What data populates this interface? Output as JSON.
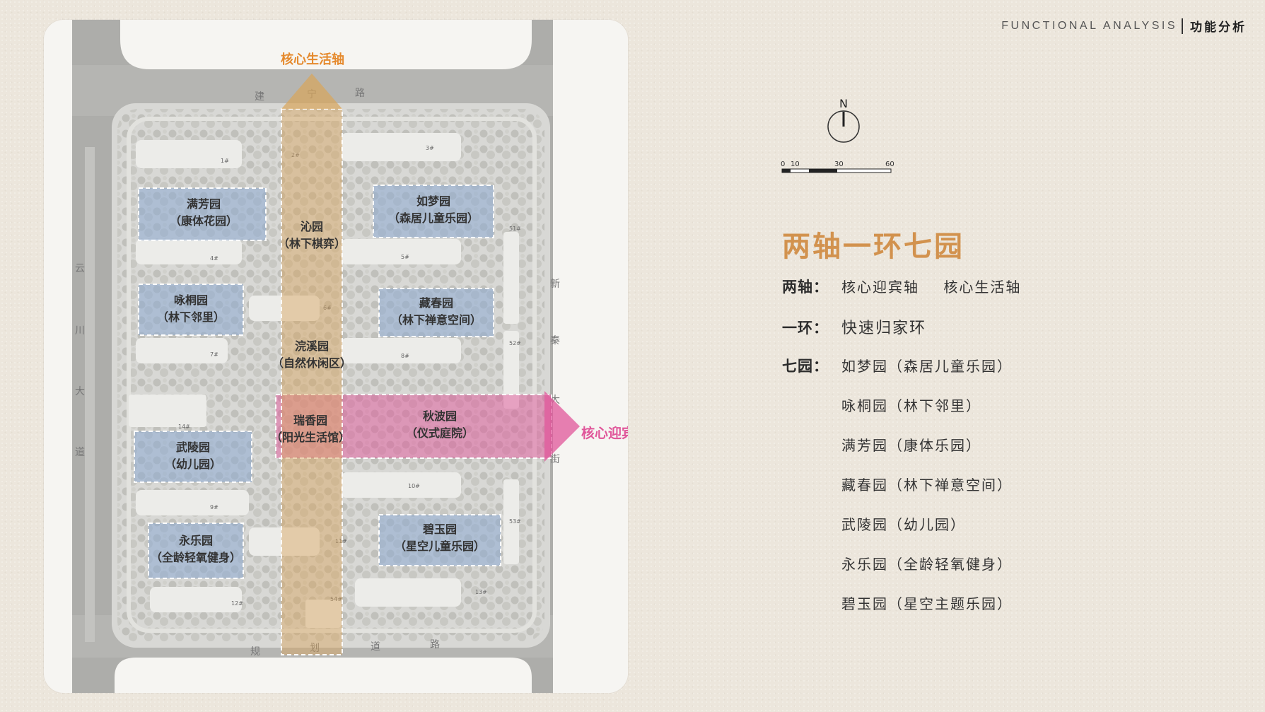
{
  "header": {
    "en": "FUNCTIONAL ANALYSIS",
    "cn": "功能分析"
  },
  "compass": {
    "north": "N"
  },
  "scale": {
    "ticks": [
      "0",
      "10",
      "30",
      "60"
    ]
  },
  "title": "两轴一环七园",
  "axes": {
    "label": "两轴：",
    "items": [
      "核心迎宾轴",
      "核心生活轴"
    ]
  },
  "ring": {
    "label": "一环：",
    "value": "快速归家环"
  },
  "gardens": {
    "label": "七园：",
    "items": [
      "如梦园（森居儿童乐园）",
      "咏桐园（林下邻里）",
      "满芳园（康体乐园）",
      "藏春园（林下禅意空间）",
      "武陵园（幼儿园）",
      "永乐园（全龄轻氧健身）",
      "碧玉园（星空主题乐园）"
    ]
  },
  "plan": {
    "axis_life": "核心生活轴",
    "axis_welcome": "核心迎宾轴",
    "roads": {
      "north": [
        "建",
        "宁",
        "路"
      ],
      "south": [
        "规",
        "划",
        "道",
        "路"
      ],
      "west": [
        "云",
        "川",
        "大",
        "道"
      ],
      "east": [
        "新",
        "秦",
        "大",
        "街"
      ]
    },
    "zones": {
      "manfang": [
        "满芳园",
        "（康体花园）"
      ],
      "rumeng": [
        "如梦园",
        "（森居儿童乐园）"
      ],
      "yongtong": [
        "咏桐园",
        "（林下邻里）"
      ],
      "cangchun": [
        "藏春园",
        "（林下禅意空间）"
      ],
      "wuling": [
        "武陵园",
        "（幼儿园）"
      ],
      "yongle": [
        "永乐园",
        "（全龄轻氧健身）"
      ],
      "biyu": [
        "碧玉园",
        "（星空儿童乐园）"
      ],
      "qin": [
        "沁园",
        "（林下棋弈）"
      ],
      "huanxi": [
        "浣溪园",
        "（自然休闲区）"
      ],
      "ruixiang": [
        "瑞香园",
        "（阳光生活馆）"
      ],
      "qiubo": [
        "秋波园",
        "（仪式庭院）"
      ]
    },
    "buildings": [
      "1#",
      "2#",
      "3#",
      "4#",
      "5#",
      "6#",
      "7#",
      "8#",
      "9#",
      "10#",
      "11#",
      "12#",
      "13#",
      "14#",
      "51#",
      "52#",
      "53#",
      "54#"
    ]
  },
  "colors": {
    "accent_orange": "#d2924e",
    "axis_pink": "#e0569a",
    "zone_blue": "#8ca9d2"
  }
}
